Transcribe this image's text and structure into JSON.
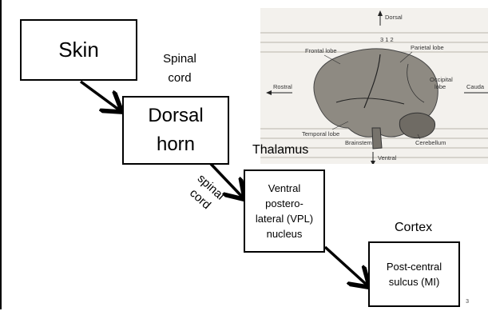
{
  "nodes": {
    "skin": "Skin",
    "dorsal_horn": "Dorsal\nhorn",
    "vpl": "Ventral\npostero-\nlateral (VPL)\nnucleus",
    "postcentral": "Post-central\nsulcus (MI)"
  },
  "labels": {
    "spinal_cord_top": "Spinal\ncord",
    "spinal_cord_diagonal": "spinal\ncord",
    "thalamus": "Thalamus",
    "cortex": "Cortex"
  },
  "figure": {
    "dorsal": "Dorsal",
    "ventral": "Ventral",
    "rostral": "Rostral",
    "caudal": "Cauda",
    "frontal_lobe": "Frontal lobe",
    "parietal_lobe": "Parietal lobe",
    "occipital_lobe": "Occipital\nlobe",
    "temporal_lobe": "Temporal lobe",
    "brainstem": "Brainstem",
    "cerebellum": "Cerebellum",
    "numbers_top": "3 1 2"
  },
  "page_number": "3"
}
